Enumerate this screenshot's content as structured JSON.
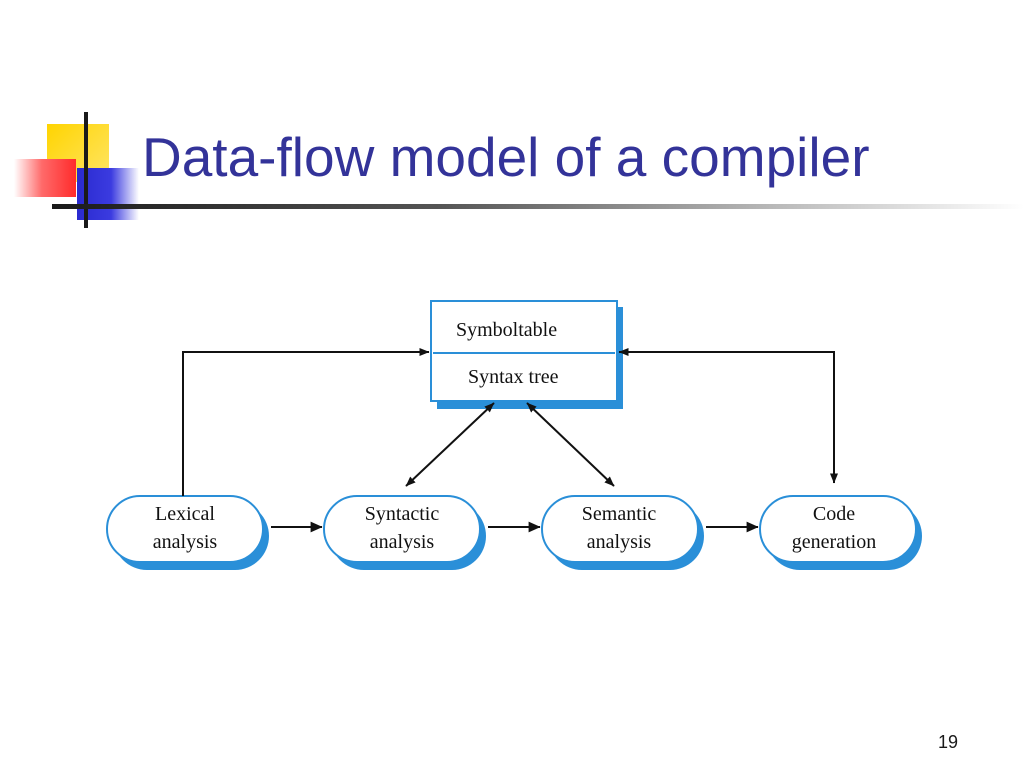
{
  "slide": {
    "title": "Data-flow model of a compiler",
    "page_number": "19"
  },
  "diagram": {
    "store": {
      "top_label": "Symboltable",
      "bottom_label": "Syntax tree"
    },
    "stages": [
      {
        "line1": "Lexical",
        "line2": "analysis"
      },
      {
        "line1": "Syntactic",
        "line2": "analysis"
      },
      {
        "line1": "Semantic",
        "line2": "analysis"
      },
      {
        "line1": "Code",
        "line2": "generation"
      }
    ]
  },
  "colors": {
    "title": "#333399",
    "box_border": "#2a8fd8",
    "box_shadow": "#2a8fd8",
    "deco_yellow": "#ffd400",
    "deco_red": "#ff2b2b",
    "deco_blue": "#2a2ad0"
  }
}
